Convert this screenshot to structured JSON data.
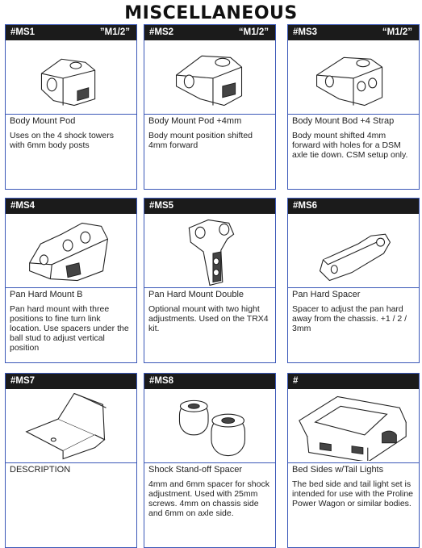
{
  "page": {
    "title": "MISCELLANEOUS"
  },
  "cells": [
    {
      "code": "#MS1",
      "size": "”M1/2”",
      "name": "Body Mount Pod",
      "desc": "Uses on the 4 shock towers with 6mm body posts",
      "icon": "body-mount-pod-icon"
    },
    {
      "code": "#MS2",
      "size": "“M1/2”",
      "name": "Body Mount Pod +4mm",
      "desc": "Body mount position shifted 4mm forward",
      "icon": "body-mount-pod-4mm-icon"
    },
    {
      "code": "#MS3",
      "size": "“M1/2”",
      "name": "Body Mount Bod +4 Strap",
      "desc": "Body mount shifted 4mm forward with holes for a DSM axle tie down. CSM setup only.",
      "icon": "body-mount-strap-icon"
    },
    {
      "code": "#MS4",
      "size": "",
      "name": "Pan Hard Mount B",
      "desc": "Pan hard mount with three positions to fine turn link location. Use spacers under the ball stud to adjust vertical position",
      "icon": "pan-hard-mount-icon"
    },
    {
      "code": "#MS5",
      "size": "",
      "name": "Pan Hard Mount Double",
      "desc": "Optional mount with two hight adjustments. Used on the TRX4 kit.",
      "icon": "pan-hard-mount-double-icon"
    },
    {
      "code": "#MS6",
      "size": "",
      "name": "Pan Hard Spacer",
      "desc": "Spacer to adjust the pan hard away from the chassis. +1 / 2 / 3mm",
      "icon": "pan-hard-spacer-icon"
    },
    {
      "code": "#MS7",
      "size": "",
      "name": "DESCRIPTION",
      "desc": "",
      "icon": "bracket-icon"
    },
    {
      "code": "#MS8",
      "size": "",
      "name": "Shock Stand-off Spacer",
      "desc": "4mm and 6mm spacer for shock adjustment. Used with 25mm screws. 4mm on chassis side and 6mm on axle side.",
      "icon": "shock-spacer-icon"
    },
    {
      "code": "#",
      "size": "",
      "name": "Bed Sides w/Tail Lights",
      "desc": "The bed side and tail light set is intended for use with the Proline Power Wagon or similar bodies.",
      "icon": "bed-sides-icon"
    }
  ]
}
